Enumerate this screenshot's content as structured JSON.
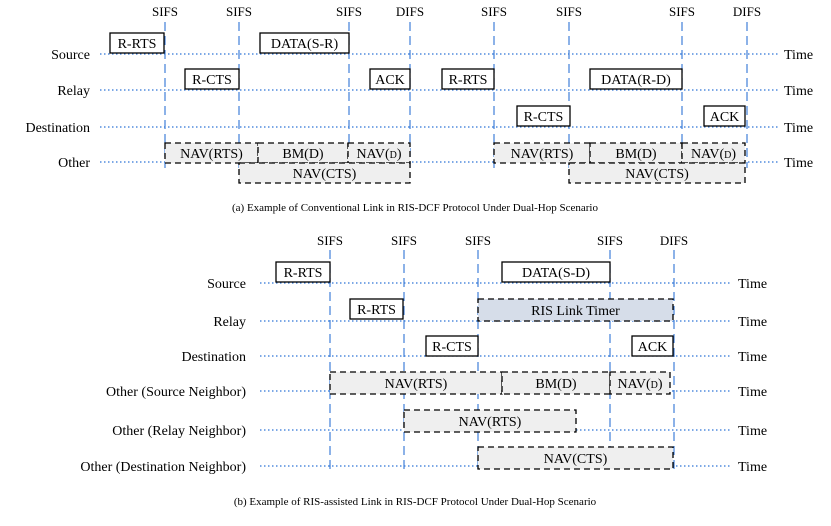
{
  "diagram_a": {
    "caption": "(a) Example of Conventional Link in RIS-DCF  Protocol Under Dual-Hop Scenario",
    "rows": [
      {
        "label": "Source",
        "time": "Time"
      },
      {
        "label": "Relay",
        "time": "Time"
      },
      {
        "label": "Destination",
        "time": "Time"
      },
      {
        "label": "Other",
        "time": "Time"
      }
    ],
    "markers": [
      "SIFS",
      "SIFS",
      "SIFS",
      "DIFS",
      "SIFS",
      "SIFS",
      "SIFS",
      "DIFS"
    ],
    "boxes": [
      {
        "text": "R-RTS"
      },
      {
        "text": "DATA(S-R)"
      },
      {
        "text": "R-CTS"
      },
      {
        "text": "ACK"
      },
      {
        "text": "R-RTS"
      },
      {
        "text": "DATA(R-D)"
      },
      {
        "text": "R-CTS"
      },
      {
        "text": "ACK"
      },
      {
        "text": "NAV(RTS)"
      },
      {
        "text": "BM(D)"
      },
      {
        "text": "NAV(",
        "sub": "D",
        "suffix": ")"
      },
      {
        "text": "NAV(CTS)"
      },
      {
        "text": "NAV(RTS)"
      },
      {
        "text": "BM(D)"
      },
      {
        "text": "NAV(",
        "sub": "D",
        "suffix": ")"
      },
      {
        "text": "NAV(CTS)"
      }
    ]
  },
  "diagram_b": {
    "caption": "(b) Example of RIS-assisted Link in RIS-DCF Protocol  Under Dual-Hop Scenario",
    "rows": [
      {
        "label": "Source",
        "time": "Time"
      },
      {
        "label": "Relay",
        "time": "Time"
      },
      {
        "label": "Destination",
        "time": "Time"
      },
      {
        "label": "Other (Source Neighbor)",
        "time": "Time"
      },
      {
        "label": "Other (Relay Neighbor)",
        "time": "Time"
      },
      {
        "label": "Other (Destination Neighbor)",
        "time": "Time"
      }
    ],
    "markers": [
      "SIFS",
      "SIFS",
      "SIFS",
      "SIFS",
      "DIFS"
    ],
    "boxes": [
      {
        "text": "R-RTS"
      },
      {
        "text": "DATA(S-D)"
      },
      {
        "text": "R-RTS"
      },
      {
        "text": "RIS Link Timer"
      },
      {
        "text": "R-CTS"
      },
      {
        "text": "ACK"
      },
      {
        "text": "NAV(RTS)"
      },
      {
        "text": "BM(D)"
      },
      {
        "text": "NAV(",
        "sub": "D",
        "suffix": ")"
      },
      {
        "text": "NAV(RTS)"
      },
      {
        "text": "NAV(CTS)"
      }
    ]
  },
  "colors": {
    "timeline": "#2e75d6",
    "marker": "#3f7fd9",
    "nav_fill": "#efefef",
    "timer_fill": "#d6dde9",
    "frame_fill": "#ffffff"
  }
}
